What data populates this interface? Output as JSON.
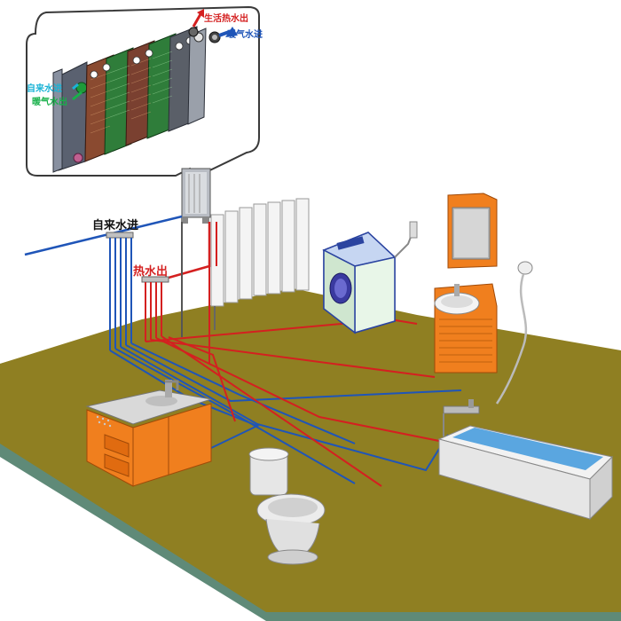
{
  "labels": {
    "domestic_hot_water_out": "生活热水出",
    "heating_water_in": "暖气水进",
    "tap_water_in_callout": "自来水进",
    "heating_water_out": "暖气水出",
    "tap_water_in_main": "自来水进",
    "hot_water_out": "热水出"
  },
  "colors": {
    "floor": "#8f7f22",
    "floor_edge": "#5f8a78",
    "cold_pipe": "#1f55b8",
    "hot_pipe": "#d42020",
    "cabinet": "#f07f1e",
    "callout_border": "#3a3a3a",
    "label_red": "#d42020",
    "label_blue": "#1f55b8",
    "label_cyan": "#1ab3d6",
    "label_green": "#18b04a"
  },
  "icons": {
    "heat_exchanger": "plate-heat-exchanger-icon",
    "washer": "washing-machine-icon",
    "toilet": "toilet-icon",
    "bathtub": "bathtub-icon",
    "shower": "shower-head-icon",
    "sink": "kitchen-sink-icon",
    "radiator": "radiator-icon"
  }
}
